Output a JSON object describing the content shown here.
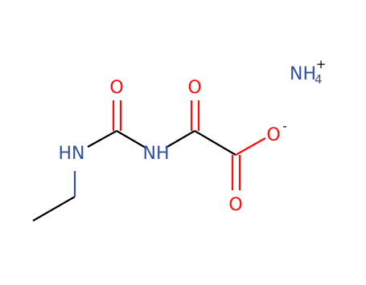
{
  "molecule": {
    "atoms": {
      "nh_left": "HN",
      "nh_right": "NH",
      "o_urea": "O",
      "o_keto": "O",
      "o_anion": "O",
      "o_anion_charge": "-",
      "o_carboxyl": "O"
    },
    "counterion": {
      "symbol": "NH",
      "subscript": "4",
      "charge": "+"
    }
  },
  "colors": {
    "carbon_bond": "#000000",
    "nitrogen": "#3050a0",
    "oxygen": "#ff0d0d"
  }
}
